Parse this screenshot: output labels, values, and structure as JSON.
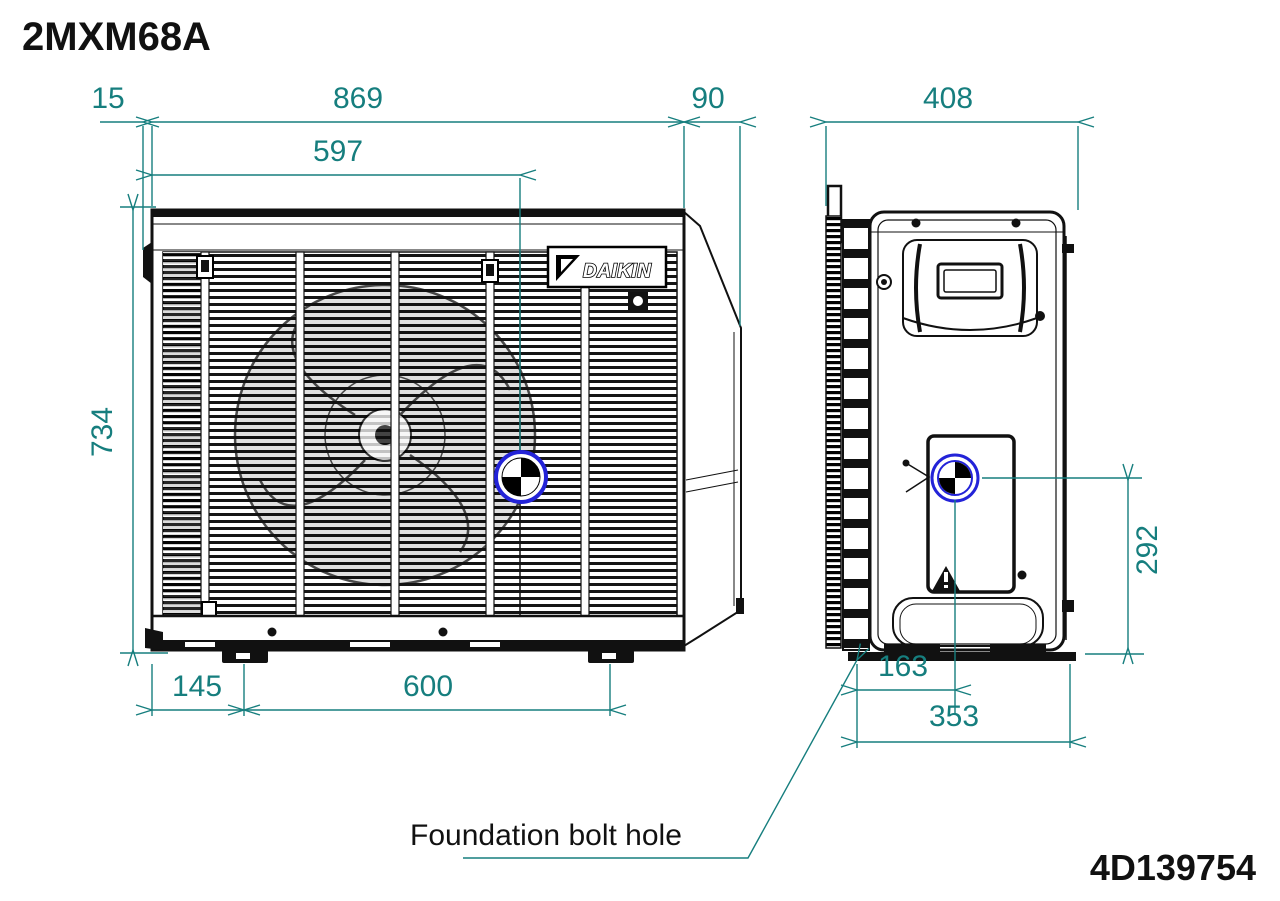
{
  "page": {
    "model": "2MXM68A",
    "drawing_number": "4D139754"
  },
  "colors": {
    "dimension_teal": "#167E7E",
    "cg_marker_blue": "#2323D8",
    "line_black": "#111111"
  },
  "front_view": {
    "logo_text": "DAIKIN",
    "dimensions": {
      "bracket_offset": "15",
      "overall_width": "869",
      "side_projection": "90",
      "cg_from_left": "597",
      "overall_height": "734",
      "foot_left_offset": "145",
      "foot_pitch": "600"
    }
  },
  "side_view": {
    "dimensions": {
      "overall_depth": "408",
      "cg_height": "292",
      "cg_from_front": "163",
      "foot_span": "353"
    }
  },
  "annotations": {
    "foundation_bolt_hole": "Foundation bolt hole"
  }
}
